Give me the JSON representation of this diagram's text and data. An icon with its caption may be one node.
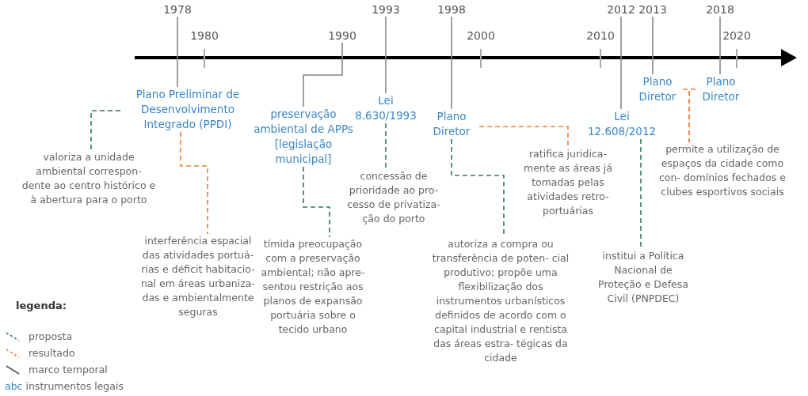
{
  "diagram": {
    "nodes": [
      {
        "text": [
          "1978"
        ]
      },
      {
        "text": [
          "1990"
        ]
      },
      {
        "text": [
          "1993"
        ]
      },
      {
        "text": [
          "1998"
        ]
      },
      {
        "text": [
          "2012"
        ]
      },
      {
        "text": [
          "2013"
        ]
      },
      {
        "text": [
          "2018"
        ]
      },
      {
        "text": [
          "Plano Preliminar de Desenvolvimento Integrado (PPDI)"
        ]
      },
      {
        "text": [
          "preservação ambiental de APPs [legislação municipal]"
        ]
      },
      {
        "text": [
          "Lei 8.630/1993"
        ]
      },
      {
        "text": [
          "Plano Diretor"
        ]
      },
      {
        "text": [
          "Lei 12.608/2012"
        ]
      },
      {
        "text": [
          "Plano Diretor"
        ]
      },
      {
        "text": [
          "Plano Diretor"
        ]
      },
      {
        "text": [
          "valoriza a unidade ambiental correspon- dente ao centro histórico e à abertura para o porto"
        ]
      },
      {
        "text": [
          "concessão de prioridade ao pro- cesso de privatiza- ção do porto"
        ]
      },
      {
        "text": [
          "ratifica juridica- mente as áreas já tomadas pelas atividades retro- portuárias"
        ]
      },
      {
        "text": [
          "permite a utilização de espaços da cidade como con- domínios fechados e clubes esportivos sociais"
        ]
      },
      {
        "text": [
          "interferência espacial das atividades portuá- rias e déficit habitacio- nal em áreas urbaniza- das e ambientalmente seguras"
        ]
      },
      {
        "text": [
          "tímida preocupação com a preservação ambiental; não apre- sentou restrição aos planos de expansão portuária sobre o tecido urbano"
        ]
      },
      {
        "text": [
          "autoriza a compra ou transferência de poten- cial produtivo; propõe uma flexibilização dos instrumentos urbanísticos definidos de acordo com o capital industrial e rentista das áreas estra- tégicas da cidade"
        ]
      },
      {
        "text": [
          "institui a Política Nacional de Proteção e Defesa Civil (PNPDEC)"
        ]
      }
    ],
    "edges": [
      {
        "from": 0,
        "to": 7,
        "arrow": "none"
      },
      {
        "from": 1,
        "to": 8,
        "arrow": "none"
      },
      {
        "from": 2,
        "to": 9,
        "arrow": "none"
      },
      {
        "from": 3,
        "to": 10,
        "arrow": "none"
      },
      {
        "from": 4,
        "to": 11,
        "arrow": "none"
      },
      {
        "from": 5,
        "to": 12,
        "arrow": "none"
      },
      {
        "from": 6,
        "to": 13,
        "arrow": "none"
      },
      {
        "from": 7,
        "to": 14,
        "arrow": "none",
        "style": "dashed",
        "color": "#2e7d4f"
      },
      {
        "from": 7,
        "to": 18,
        "arrow": "none",
        "style": "dashed",
        "color": "#f07f3c"
      },
      {
        "from": 8,
        "to": 19,
        "arrow": "none",
        "style": "dashed",
        "color": "#2e7d4f"
      },
      {
        "from": 9,
        "to": 15,
        "arrow": "none",
        "style": "dashed",
        "color": "#2e7d4f"
      },
      {
        "from": 10,
        "to": 16,
        "arrow": "none",
        "style": "dashed",
        "color": "#f07f3c"
      },
      {
        "from": 10,
        "to": 20,
        "arrow": "none",
        "style": "dashed",
        "color": "#2e7d4f"
      },
      {
        "from": 11,
        "to": 21,
        "arrow": "none",
        "style": "dashed",
        "color": "#2e7d4f"
      },
      {
        "from": 12,
        "to": 17,
        "arrow": "none",
        "style": "dashed",
        "color": "#f07f3c"
      },
      {
        "from": 13,
        "to": 17,
        "arrow": "none",
        "style": "dashed",
        "color": "#f07f3c"
      }
    ],
    "labels": [
      "1980",
      "2000",
      "2010",
      "2020",
      "legenda:",
      "abc"
    ],
    "legend": [
      {
        "text": "proposta"
      },
      {
        "text": "resultado"
      },
      {
        "text": "marco temporal"
      },
      {
        "text": "instrumentos legais",
        "color": "#3a87c8"
      }
    ]
  }
}
